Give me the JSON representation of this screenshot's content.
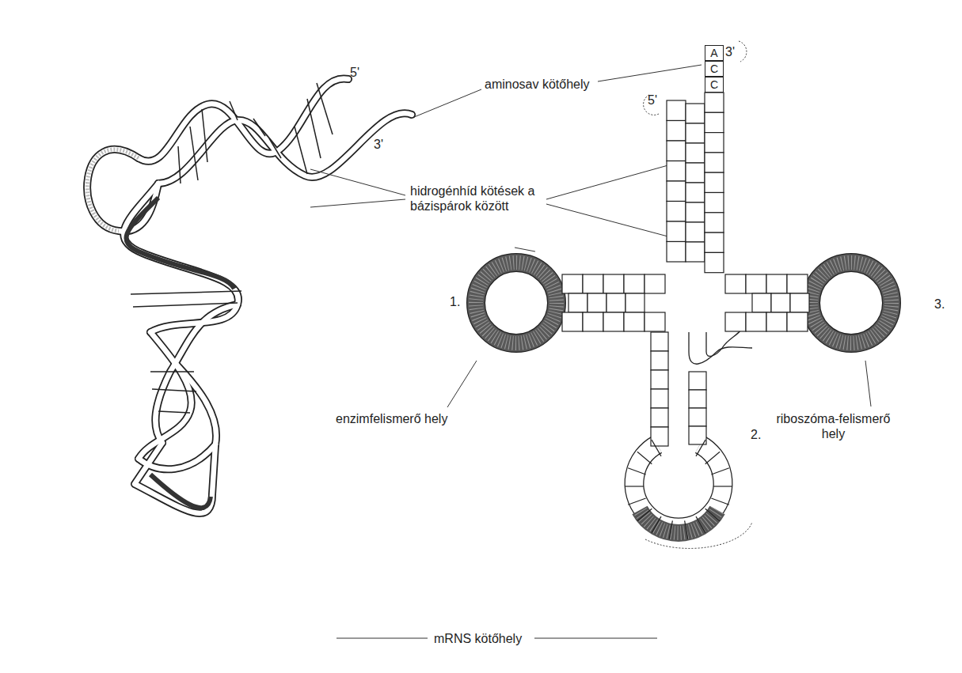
{
  "diagram": {
    "nodes": [
      {
        "text": [
          "A"
        ]
      },
      {
        "text": [
          "C"
        ]
      },
      {
        "text": [
          "C"
        ]
      }
    ],
    "labels": [
      "5'",
      "3'",
      "aminosav kötőhely",
      "3'",
      "5'",
      "hidrogénhíd kötések a bázispárok között",
      "1.",
      "enzimfelismerő hely",
      "2.",
      "3.",
      "riboszóma-felismerő hely",
      "mRNS kötőhely"
    ]
  }
}
